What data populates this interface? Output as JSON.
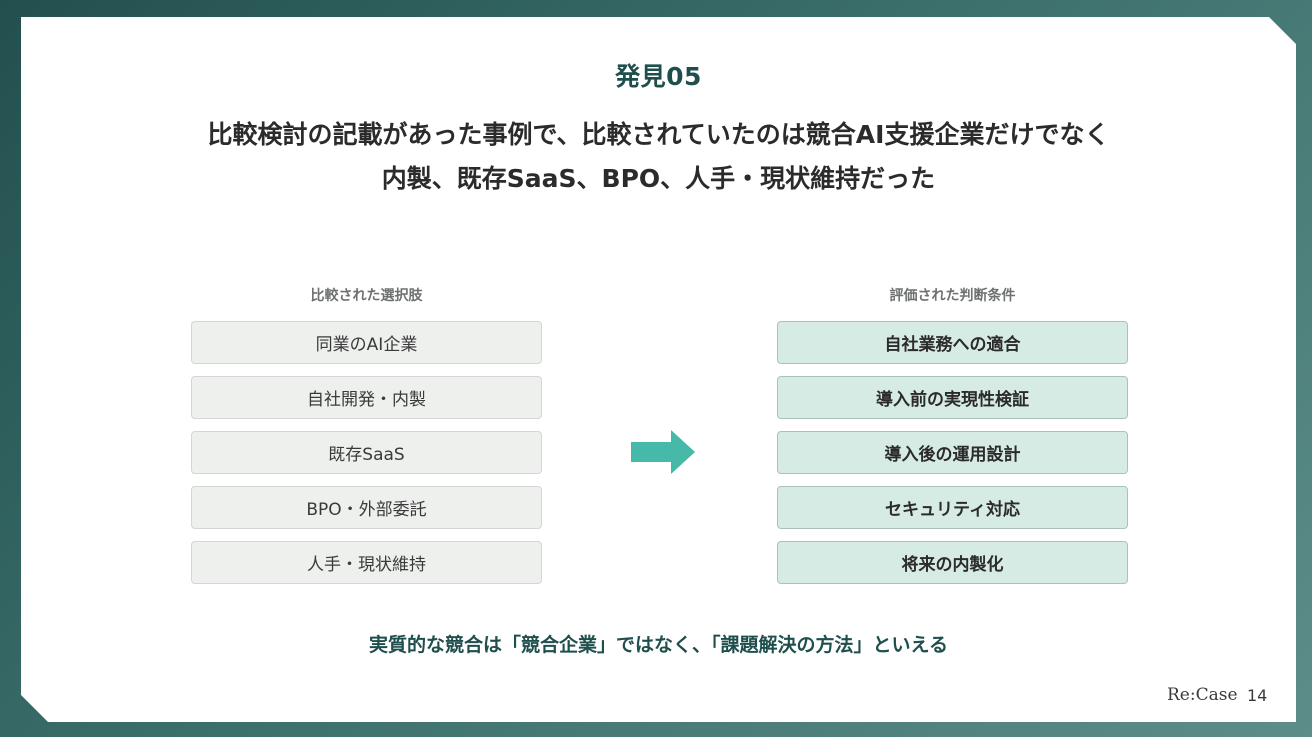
{
  "slide": {
    "eyebrow": "発見05",
    "headline_line1": "比較検討の記載があった事例で、比較されていたのは競合AI支援企業だけでなく",
    "headline_line2": "内製、既存SaaS、BPO、人手・現状維持だった",
    "left_title": "比較された選択肢",
    "right_title": "評価された判断条件",
    "options": [
      "同業のAI企業",
      "自社開発・内製",
      "既存SaaS",
      "BPO・外部委託",
      "人手・現状維持"
    ],
    "criteria": [
      "自社業務への適合",
      "導入前の実現性検証",
      "導入後の運用設計",
      "セキュリティ対応",
      "将来の内製化"
    ],
    "conclusion": "実質的な競合は「競合企業」ではなく、「課題解決の方法」といえる",
    "brand": "Re:Case",
    "page_number": "14"
  },
  "colors": {
    "accent": "#1f4f4d",
    "arrow": "#47b9a8",
    "option_bg": "#eef0ee",
    "criteria_bg": "#d7ebe5"
  },
  "icons": {
    "arrow": "right-arrow-icon"
  }
}
